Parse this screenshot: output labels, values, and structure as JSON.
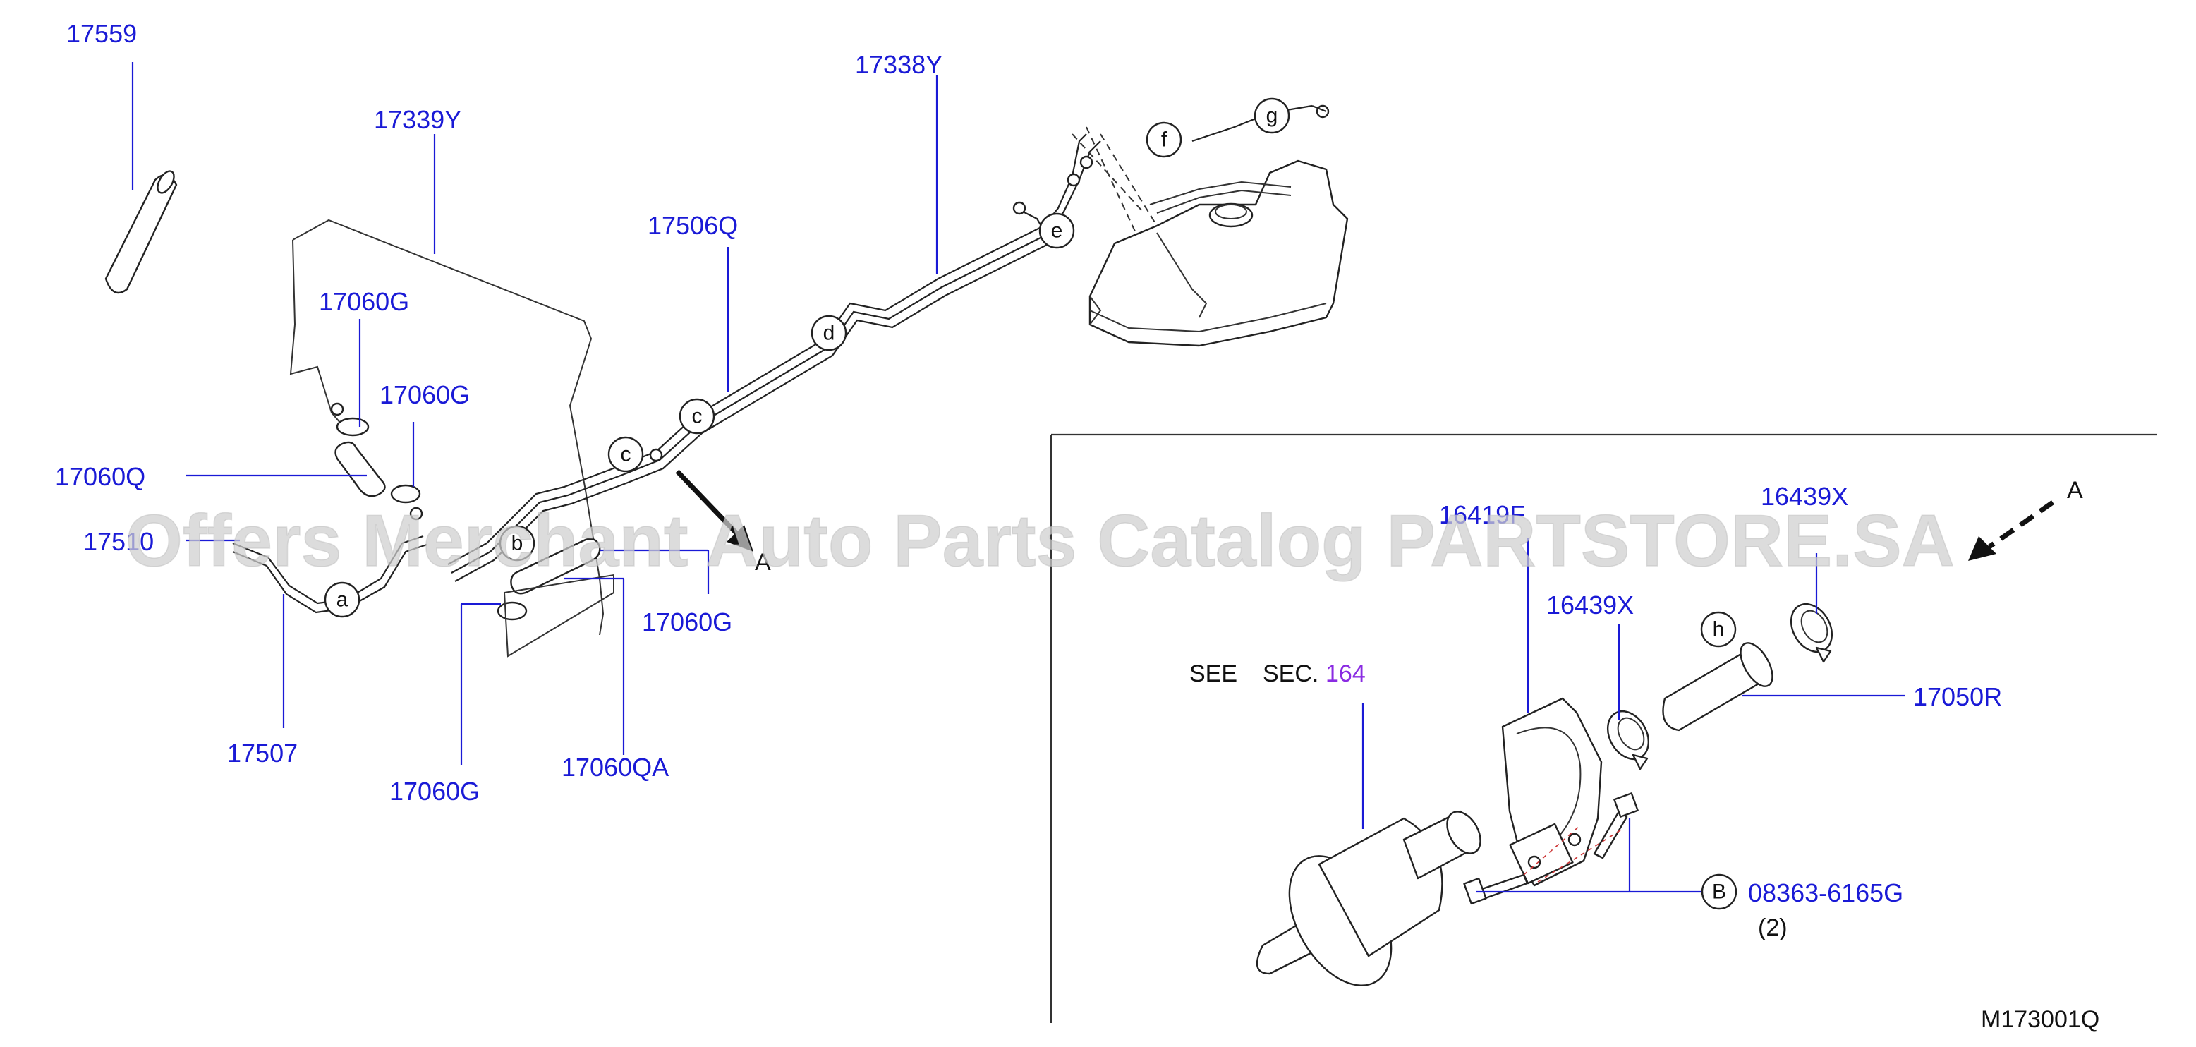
{
  "watermark": "Offers Merchant Auto Parts Catalog PARTSTORE.SA",
  "diagram_code": "M173001Q",
  "part_labels": {
    "p17559": "17559",
    "p17339y": "17339Y",
    "p17338y": "17338Y",
    "p17506q": "17506Q",
    "p17060g_top": "17060G",
    "p17060g_mid": "17060G",
    "p17060q": "17060Q",
    "p17510": "17510",
    "p17507": "17507",
    "p17060g_bot": "17060G",
    "p17060qa": "17060QA",
    "p17060g_right": "17060G",
    "p16419f": "16419F",
    "p16439x_top": "16439X",
    "p16439x_mid": "16439X",
    "p17050r": "17050R",
    "p08363": "08363-6165G",
    "qty": "(2)"
  },
  "see_section": {
    "prefix": "SEE",
    "sec": "SEC.",
    "number": "164"
  },
  "callouts": {
    "a": "a",
    "b": "b",
    "c1": "c",
    "c2": "c",
    "d": "d",
    "e": "e",
    "f": "f",
    "g": "g",
    "h": "h",
    "B": "B"
  },
  "view_arrow_label": "A",
  "view_arrow_label_detail": "A",
  "colors": {
    "label": "#1a1ad6",
    "section_link": "#8a2be2",
    "line": "#222222"
  }
}
